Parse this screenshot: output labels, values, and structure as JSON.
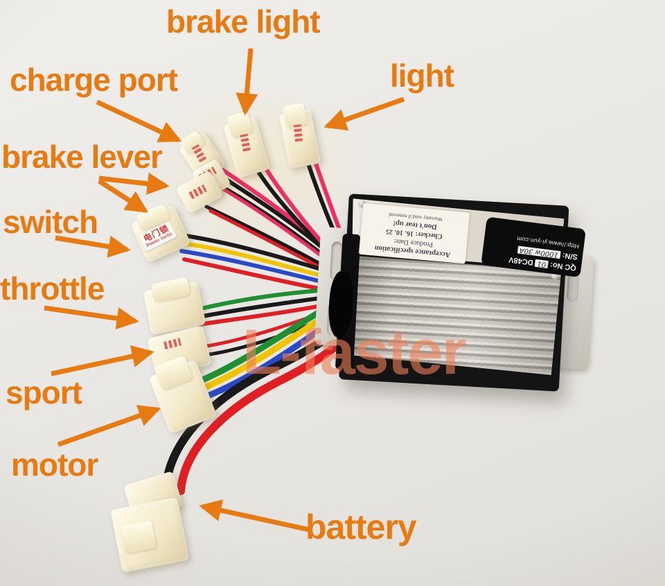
{
  "watermark": "L-faster",
  "labels": {
    "brake_light": "brake light",
    "charge_port": "charge port",
    "light": "light",
    "brake_lever": "brake lever",
    "switch": "switch",
    "throttle": "throttle",
    "sport": "sport",
    "motor": "motor",
    "battery": "battery"
  },
  "controller": {
    "white_label": {
      "line1": "Acceptance specification",
      "line2": "Produce Date:",
      "line3": "Checker:  16. 10. 25",
      "line4": "Don't tear up!",
      "line5": "Warranty void if removed"
    },
    "black_label": {
      "qc_prefix": "QC No:",
      "qc_value": "01",
      "voltage": "DC48V",
      "sn_prefix": "S/N:",
      "sn_value": "1000w  30A",
      "url": "Http://www.yi-yun.com"
    },
    "connector_tags": {
      "switch_cn": "电门锁",
      "switch_en": "Power locks"
    }
  },
  "colors": {
    "label_orange": "#e87a12",
    "watermark_color": "#ef8057",
    "wire_black": "#1a1a1a",
    "wire_red": "#df1f24",
    "wire_pink": "#ee2d63",
    "wire_yellow": "#f0c400",
    "wire_blue": "#2a49c8",
    "wire_green": "#1f9032"
  }
}
